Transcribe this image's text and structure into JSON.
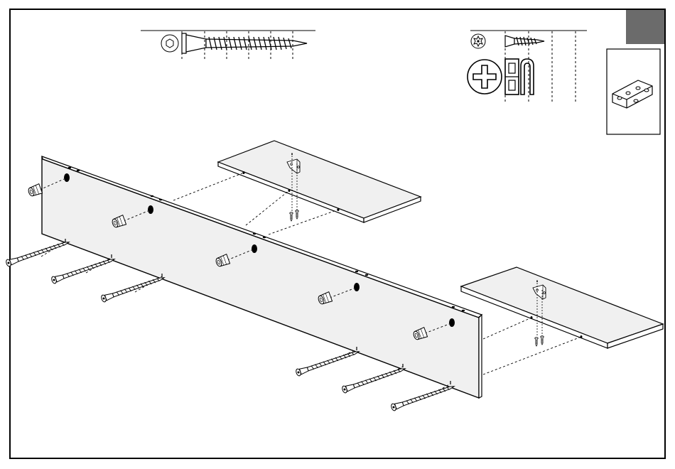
{
  "meta": {
    "page_width": 950,
    "page_height": 660
  },
  "colors": {
    "line": "#000000",
    "badge": "#6b6b6b",
    "board_face": "#f0f0f0",
    "board_edge": "#ffffff",
    "hole": "#000000"
  },
  "icons": {
    "hex_head": "hex-socket-icon",
    "torx_head": "torx-head-icon",
    "phillips": "phillips-screwdriver-icon",
    "bracket": "angle-bracket-icon",
    "cam_dowel": "cam-dowel-icon",
    "long_screw": "long-screw-icon",
    "short_screw": "short-screw-icon"
  },
  "parts": {
    "long_panel": "long-panel",
    "upper_shelf": "upper-shelf",
    "lower_shelf": "lower-shelf"
  }
}
